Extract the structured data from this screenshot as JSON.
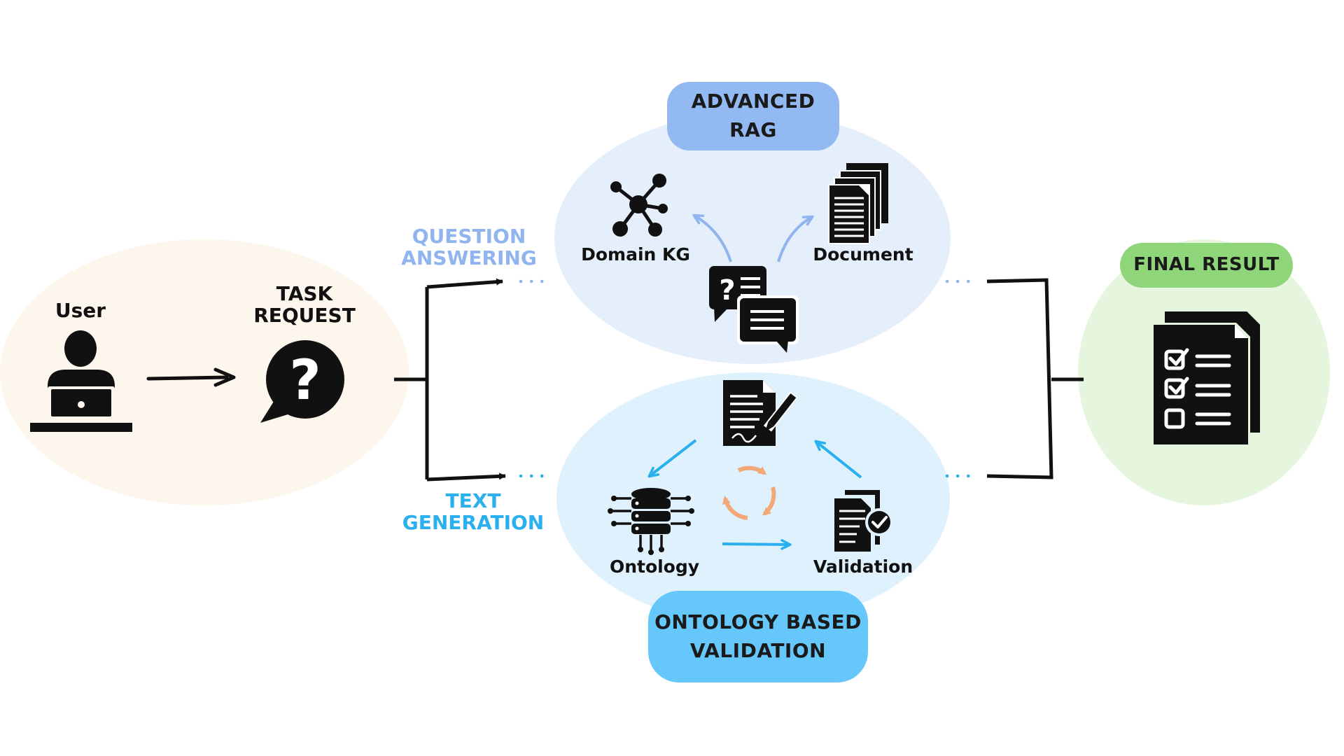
{
  "labels": {
    "user": "User",
    "task_request_line1": "TASK",
    "task_request_line2": "REQUEST",
    "question_answering_line1": "QUESTION",
    "question_answering_line2": "ANSWERING",
    "text_generation_line1": "TEXT",
    "text_generation_line2": "GENERATION",
    "advanced_rag_line1": "ADVANCED",
    "advanced_rag_line2": "RAG",
    "domain_kg": "Domain KG",
    "document": "Document",
    "ontology": "Ontology",
    "validation": "Validation",
    "ontology_based_validation_line1": "ONTOLOGY BASED",
    "ontology_based_validation_line2": "VALIDATION",
    "final_result": "FINAL RESULT"
  },
  "colors": {
    "user_zone": "#fdf6ec",
    "rag_zone": "#e5eefb",
    "validation_zone": "#dff1fc",
    "final_zone": "#e6f5dd",
    "rag_pill": "#93b9f3",
    "validation_pill": "#66c7fb",
    "final_pill": "#8fd67a",
    "question_answering_text": "#8fb4ee",
    "text_generation_text": "#2ab0ee",
    "cycle_arrows": "#f3a878",
    "rag_arrows": "#8fb4ee",
    "validation_arrows": "#2ab0ee"
  },
  "icons": [
    "user-laptop-icon",
    "question-bubble-icon",
    "knowledge-graph-icon",
    "documents-stack-icon",
    "chat-bubbles-icon",
    "signed-document-icon",
    "database-chip-icon",
    "refresh-cycle-icon",
    "validated-document-icon",
    "checklist-icon"
  ]
}
